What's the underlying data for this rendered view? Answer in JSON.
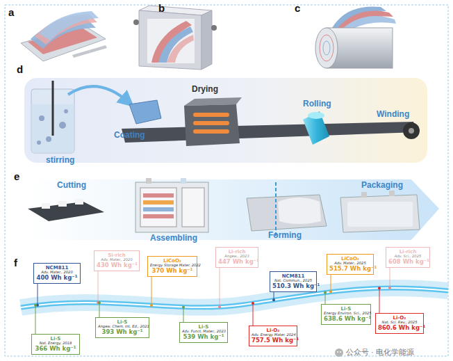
{
  "diagram": {
    "nodes": [
      {
        "text": [
          "NCM811",
          "Adv. Mater., 2020",
          "400 Wh kg⁻¹"
        ]
      },
      {
        "text": [
          "Li-S",
          "Nat. Energy, 2018",
          "366 Wh kg⁻¹"
        ]
      },
      {
        "text": [
          "Si-rich",
          "Adv. Mater., 2020",
          "430 Wh kg⁻¹"
        ]
      },
      {
        "text": [
          "Li-S",
          "Angew. Chem. Int. Ed., 2021",
          "393 Wh kg⁻¹"
        ]
      },
      {
        "text": [
          "LiCoO₂",
          "Energy Storage Mater. 2022",
          "370 Wh kg⁻¹"
        ]
      },
      {
        "text": [
          "Li-S",
          "Adv. Funct. Mater., 2023",
          "539 Wh kg⁻¹"
        ]
      },
      {
        "text": [
          "Li-rich",
          "Angew., 2023",
          "447 Wh kg⁻¹"
        ]
      },
      {
        "text": [
          "Li-O₂",
          "Adv. Energy Mater. 2024",
          "757.5 Wh kg⁻¹"
        ]
      },
      {
        "text": [
          "NCM811",
          "Nat. Commun., 2025",
          "510.3 Wh kg⁻¹"
        ]
      },
      {
        "text": [
          "Li-S",
          "Energy Environ. Sci., 2025",
          "638.6 Wh kg⁻¹"
        ]
      },
      {
        "text": [
          "LiCoO₂",
          "Adv. Mater., 2025",
          "515.7 Wh kg⁻¹"
        ]
      },
      {
        "text": [
          "Li-O₂",
          "Nat. Sci. Rev., 2025",
          "860.6 Wh kg⁻¹"
        ]
      },
      {
        "text": [
          "Li-rich",
          "Adv. Sci., 2025",
          "608 Wh kg⁻¹"
        ]
      }
    ],
    "labels": [
      "a",
      "b",
      "c",
      "d",
      "stirring",
      "Coating",
      "Drying",
      "Rolling",
      "Winding",
      "e",
      "Cutting",
      "Assembling",
      "Forming",
      "Packaging",
      "f",
      "公众号 · 电化学能源"
    ]
  }
}
